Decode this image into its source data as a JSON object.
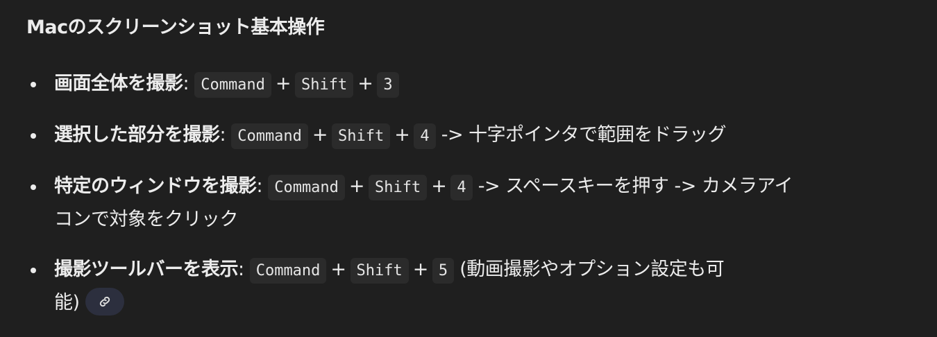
{
  "title": "Macのスクリーンショット基本操作",
  "items": [
    {
      "label": "画面全体を撮影",
      "keys": [
        "Command",
        "Shift",
        "3"
      ],
      "rest": "",
      "rest2": ""
    },
    {
      "label": "選択した部分を撮影",
      "keys": [
        "Command",
        "Shift",
        "4"
      ],
      "rest": " -> 十字ポインタで範囲をドラッグ",
      "rest2": ""
    },
    {
      "label": "特定のウィンドウを撮影",
      "keys": [
        "Command",
        "Shift",
        "4"
      ],
      "rest": " -> スペースキーを押す -> カメラアイ",
      "rest2": "コンで対象をクリック"
    },
    {
      "label": "撮影ツールバーを表示",
      "keys": [
        "Command",
        "Shift",
        "5"
      ],
      "rest": " (動画撮影やオプション設定も可",
      "rest2": "能)"
    }
  ],
  "colon": ":",
  "plus": "+",
  "link_icon": "link-icon"
}
